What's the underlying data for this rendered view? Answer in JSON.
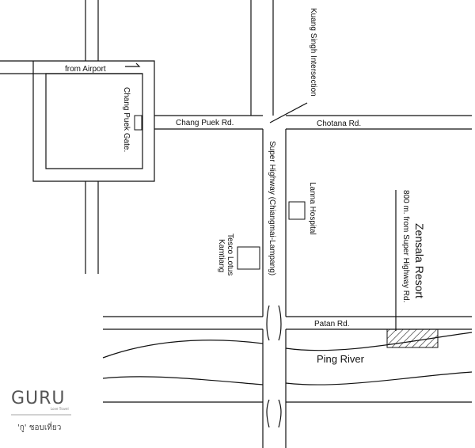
{
  "roads": {
    "from_airport": "from Airport",
    "chang_puek_gate": "Chang Puek Gate.",
    "chang_puek_rd": "Chang Puek Rd.",
    "chotana_rd": "Chotana Rd.",
    "kuang_singh": "Kuang Singh Intersection",
    "super_highway": "Super Highway (Chiangmai-Lampang)",
    "patan_rd": "Patan Rd."
  },
  "places": {
    "lanna_hospital": "Lanna Hospital",
    "tesco_line1": "Tesco Lotus",
    "tesco_line2": "Kamtiang",
    "resort_name": "Zensala Resort",
    "resort_distance": "800 m. from Super Highway Rd."
  },
  "water": {
    "river": "Ping River"
  },
  "logo": {
    "name": "GURU",
    "tagline": "Love Travel",
    "thai": "'กู' ชอบเที่ยว"
  },
  "colors": {
    "ink": "#111111",
    "logo": "#555555"
  }
}
